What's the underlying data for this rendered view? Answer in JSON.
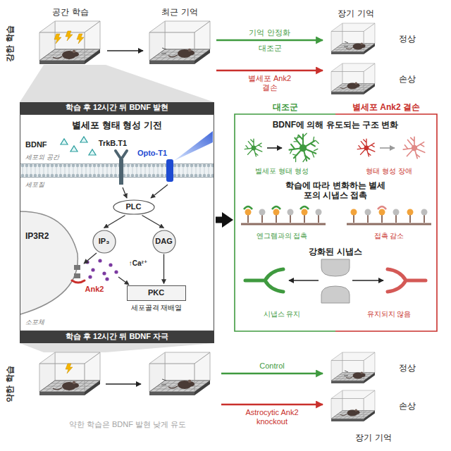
{
  "diagram": {
    "nodes": [
      {
        "text": [
          "공간 학습"
        ]
      },
      {
        "text": [
          "최근 기억"
        ]
      },
      {
        "text": [
          "정상"
        ]
      },
      {
        "text": [
          "손상"
        ]
      },
      {
        "text": [
          "별세포 형태 형성 기전"
        ]
      },
      {
        "text": [
          "PLC"
        ],
        "in": 4
      },
      {
        "text": [
          "IP₃"
        ],
        "in": 4
      },
      {
        "text": [
          "DAG"
        ],
        "in": 4
      },
      {
        "text": [
          "PKC"
        ],
        "in": 4
      },
      {
        "text": [
          "대조군"
        ]
      },
      {
        "text": [
          "별세포 Ank2 결손"
        ]
      },
      {
        "text": [
          "약한 학습은 BDNF 발현 낮게 유도"
        ]
      },
      {
        "text": [
          "정상"
        ]
      },
      {
        "text": [
          "손상"
        ]
      }
    ],
    "edges": [
      {
        "from": 0,
        "to": 1,
        "arrow": "to"
      },
      {
        "from": 1,
        "to": 2,
        "label": "기억 안정화",
        "arrow": "to"
      },
      {
        "from": 1,
        "to": 3,
        "label": "별세포 Ank2 결손",
        "arrow": "to"
      },
      {
        "from": 4,
        "to": 9,
        "arrow": "to"
      },
      {
        "from": 5,
        "to": 6,
        "arrow": "to"
      },
      {
        "from": 5,
        "to": 7,
        "arrow": "to"
      },
      {
        "from": 7,
        "to": 8,
        "arrow": "to"
      },
      {
        "from": 11,
        "to": 12,
        "label": "Control",
        "arrow": "to"
      },
      {
        "from": 11,
        "to": 13,
        "label": "Astrocytic Ank2 knockout",
        "arrow": "to"
      }
    ],
    "labels": [
      "장기 기억",
      "대조군",
      "강한 학습",
      "학습 후 12시간 뒤 BDNF 발현",
      "BDNF",
      "TrkB.T1",
      "Opto-T1",
      "세포외 공간",
      "세포질",
      "IP3R2",
      "↑Ca²⁺",
      "Ank2",
      "세포골격 재배열",
      "소포체",
      "BDNF에 의해 유도되는 구조 변화",
      "별세포 형태 형성",
      "형태 형성 장애",
      "학습에 따라 변화하는 별세포의 시냅스 접촉",
      "엔그램과의 접촉",
      "접촉 감소",
      "강화된 시냅스",
      "시냅스 유지",
      "유지되지 않음",
      "학습 후 12시간 뒤 BDNF 자극",
      "약한 학습",
      "장기 기억"
    ]
  }
}
